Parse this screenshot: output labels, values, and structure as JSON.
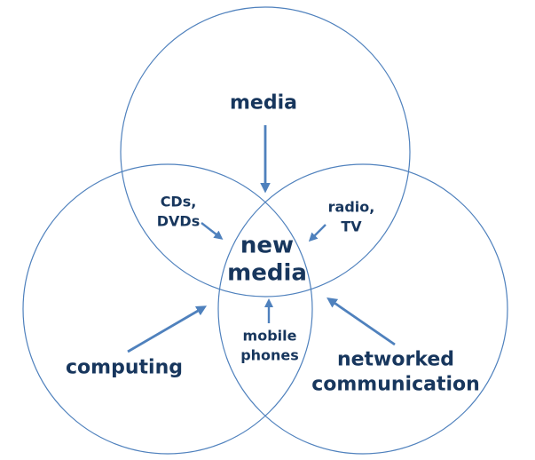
{
  "colors": {
    "accent": "#4f81bd",
    "text": "#17365d",
    "background": "#ffffff"
  },
  "diagram": {
    "type": "venn",
    "center_label": "new\nmedia",
    "circles": [
      {
        "id": "media",
        "label": "media"
      },
      {
        "id": "computing",
        "label": "computing"
      },
      {
        "id": "networked-communication",
        "label": "networked\ncommunication"
      }
    ],
    "overlaps": [
      {
        "id": "media-computing",
        "label": "CDs,\nDVDs"
      },
      {
        "id": "media-networked",
        "label": "radio,\nTV"
      },
      {
        "id": "computing-networked",
        "label": "mobile\nphones"
      }
    ],
    "arrows": [
      {
        "from": "media",
        "to": "new media"
      },
      {
        "from": "CDs, DVDs",
        "to": "new media"
      },
      {
        "from": "radio, TV",
        "to": "new media"
      },
      {
        "from": "mobile phones",
        "to": "new media"
      },
      {
        "from": "computing",
        "to": "new media"
      },
      {
        "from": "networked communication",
        "to": "new media"
      }
    ]
  }
}
